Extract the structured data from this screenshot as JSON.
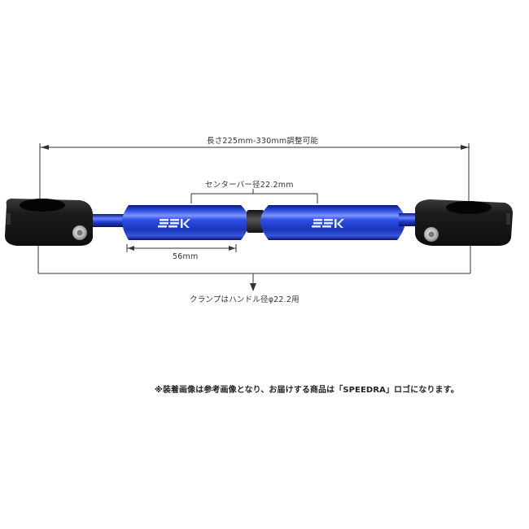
{
  "product": {
    "description": "Adjustable handlebar brace bar with clamps (blue center bar, black clamps)",
    "logo_left": "SSK",
    "logo_right": "SSK",
    "colors": {
      "bar_blue": "#1f3fc8",
      "bar_blue_light": "#6f86ff",
      "bar_blue_dark": "#0a1670",
      "clamp_black": "#1a1a1a",
      "bolt_silver": "#c8c8c8",
      "dimension_line": "#333333"
    }
  },
  "annotations": {
    "overall_length": "長さ225mm-330mm調整可能",
    "center_bar_diameter": "センターバー径22.2mm",
    "tube_length": "56mm",
    "clamp_fit": "クランプはハンドル径φ22.2用"
  },
  "footnote": "※装着画像は参考画像となり、お届けする商品は「SPEEDRA」ロゴになります。"
}
